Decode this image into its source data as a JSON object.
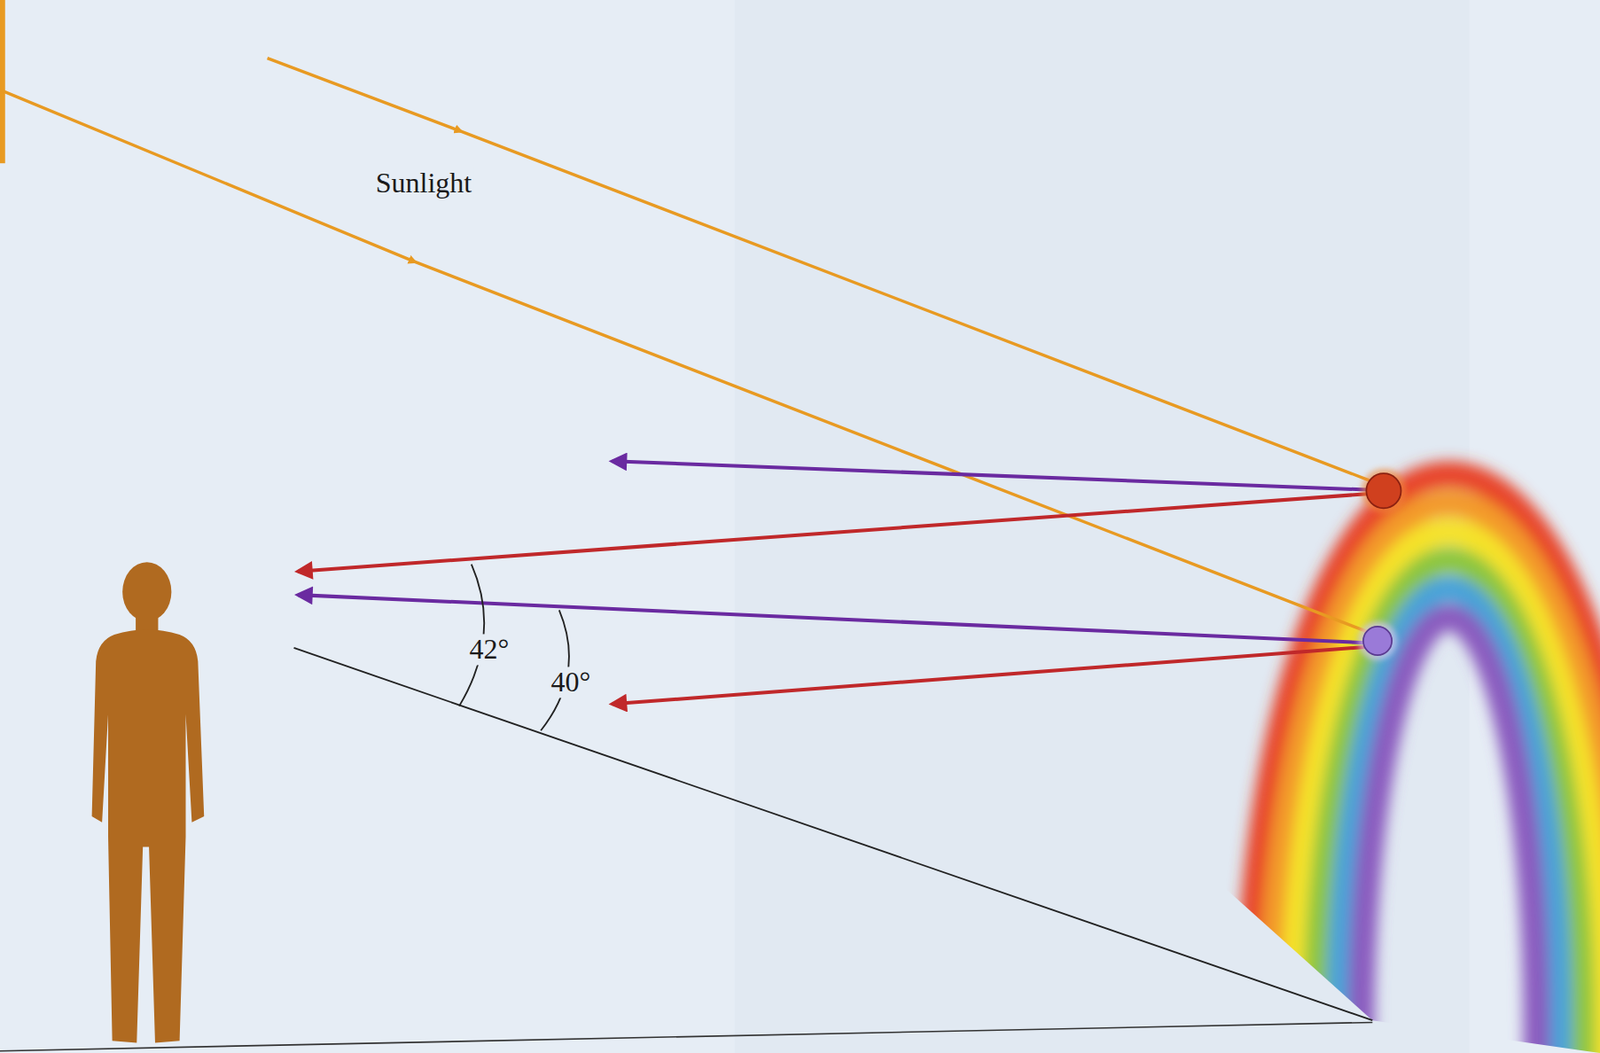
{
  "diagram": {
    "labels": [
      "Sunlight",
      "42°",
      "40°"
    ]
  }
}
